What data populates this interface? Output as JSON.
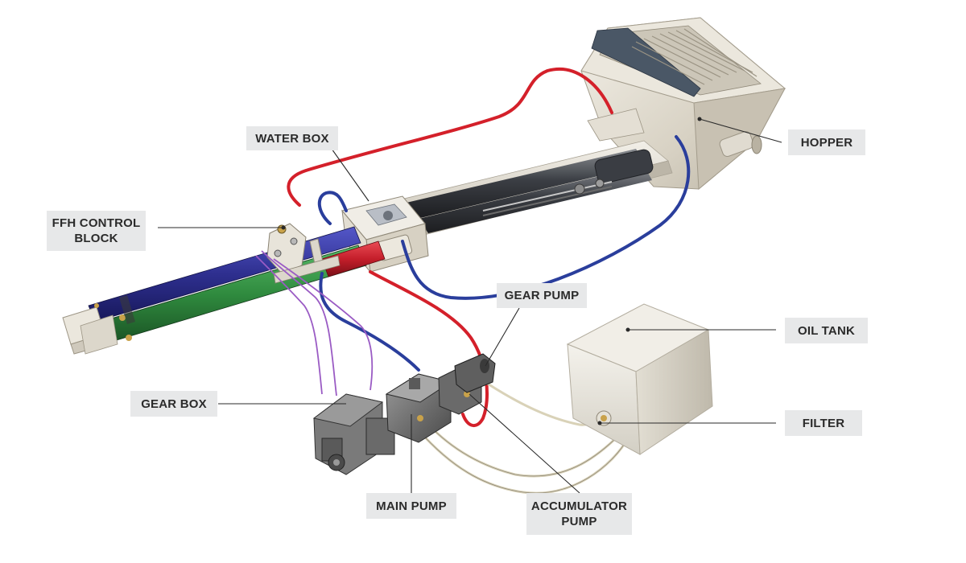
{
  "labels": {
    "water_box": "WATER BOX",
    "hopper": "HOPPER",
    "ffh_control_block": "FFH CONTROL\nBLOCK",
    "gear_pump": "GEAR PUMP",
    "oil_tank": "OIL TANK",
    "gear_box": "GEAR BOX",
    "filter": "FILTER",
    "main_pump": "MAIN PUMP",
    "accumulator_pump": "ACCUMULATOR\nPUMP"
  },
  "colors": {
    "label_background": "#e7e8e9",
    "label_text": "#2b2b2b",
    "hose_red": "#d4202a",
    "hose_blue": "#2a3e9c",
    "cylinder_blue": "#2e2f8f",
    "cylinder_green": "#2f8a3e",
    "cylinder_red": "#c41e2a",
    "hose_purple": "#9a5bc4",
    "hopper_silver": "#d9d4c8",
    "oil_tank": "#e6e3da",
    "pump_gray": "#6d6d6d"
  }
}
